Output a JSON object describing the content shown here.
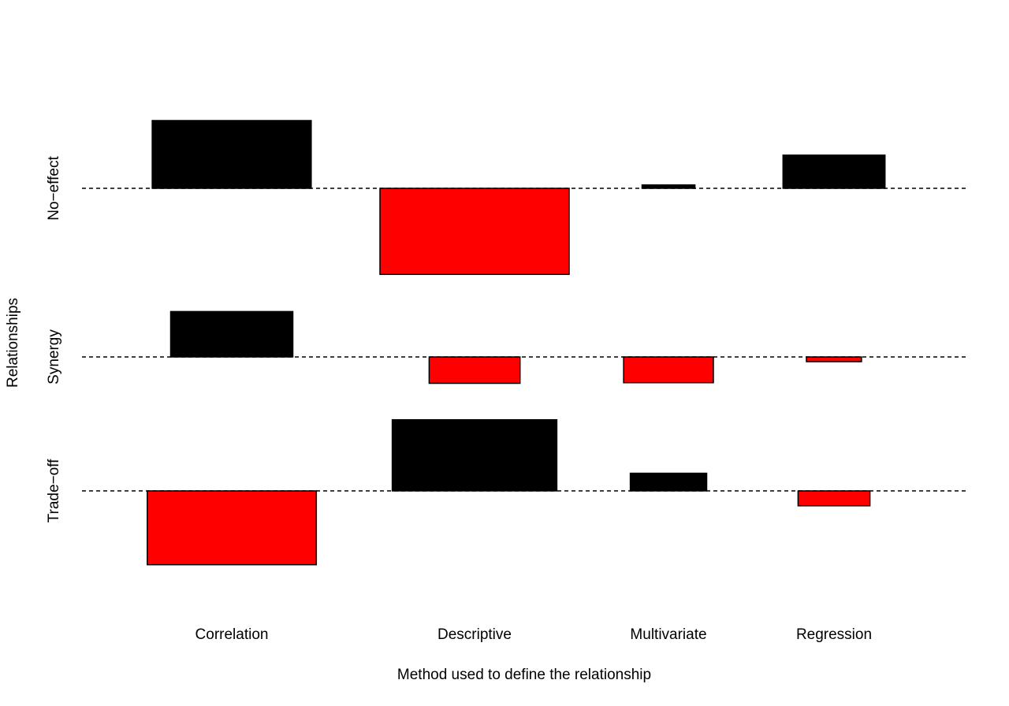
{
  "chart_data": {
    "type": "bar",
    "xlabel": "Method used to define the relationship",
    "ylabel": "Relationships",
    "categories": [
      "Correlation",
      "Descriptive",
      "Multivariate",
      "Regression"
    ],
    "rows": [
      "No−effect",
      "Synergy",
      "Trade−off"
    ],
    "colors": {
      "positive": "#000000",
      "negative": "#ff0000"
    },
    "baseline_style": "dashed",
    "grid": false,
    "legend": "none",
    "cells": [
      {
        "row": "No−effect",
        "category": "Correlation",
        "value": 1.0
      },
      {
        "row": "No−effect",
        "category": "Descriptive",
        "value": -1.27
      },
      {
        "row": "No−effect",
        "category": "Multivariate",
        "value": 0.05
      },
      {
        "row": "No−effect",
        "category": "Regression",
        "value": 0.49
      },
      {
        "row": "Synergy",
        "category": "Correlation",
        "value": 0.67
      },
      {
        "row": "Synergy",
        "category": "Descriptive",
        "value": -0.39
      },
      {
        "row": "Synergy",
        "category": "Multivariate",
        "value": -0.38
      },
      {
        "row": "Synergy",
        "category": "Regression",
        "value": -0.07
      },
      {
        "row": "Trade−off",
        "category": "Correlation",
        "value": -1.09
      },
      {
        "row": "Trade−off",
        "category": "Descriptive",
        "value": 1.05
      },
      {
        "row": "Trade−off",
        "category": "Multivariate",
        "value": 0.26
      },
      {
        "row": "Trade−off",
        "category": "Regression",
        "value": -0.22
      }
    ]
  }
}
